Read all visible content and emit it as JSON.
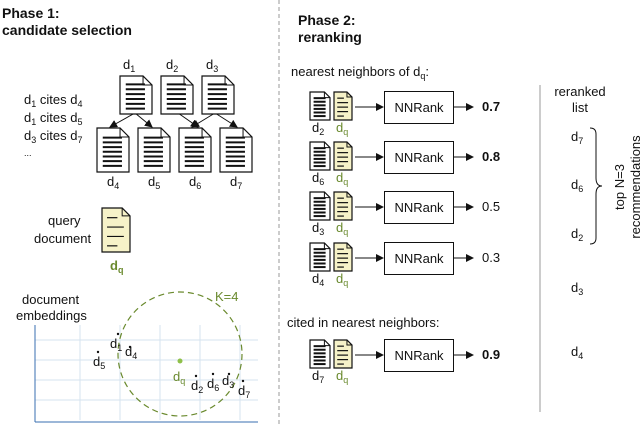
{
  "phase1": {
    "title": "Phase 1:",
    "subtitle": "candidate selection",
    "cite_lines": [
      {
        "a": "d",
        "as": "1",
        "mid": " cites d",
        "bs": "4"
      },
      {
        "a": "d",
        "as": "1",
        "mid": " cites d",
        "bs": "5"
      },
      {
        "a": "d",
        "as": "3",
        "mid": " cites d",
        "bs": "7"
      }
    ],
    "ellipsis": "...",
    "top_docs": [
      {
        "d": "d",
        "s": "1"
      },
      {
        "d": "d",
        "s": "2"
      },
      {
        "d": "d",
        "s": "3"
      }
    ],
    "bottom_docs": [
      {
        "d": "d",
        "s": "4"
      },
      {
        "d": "d",
        "s": "5"
      },
      {
        "d": "d",
        "s": "6"
      },
      {
        "d": "d",
        "s": "7"
      }
    ],
    "query_label_1": "query",
    "query_label_2": "document",
    "query_doc": {
      "d": "d",
      "s": "q"
    },
    "embed_label_1": "document",
    "embed_label_2": "embeddings",
    "k_label": "K=4",
    "points": [
      {
        "d": "d",
        "s": "5"
      },
      {
        "d": "d",
        "s": "1"
      },
      {
        "d": "d",
        "s": "4"
      },
      {
        "d": "d",
        "s": "q"
      },
      {
        "d": "d",
        "s": "2"
      },
      {
        "d": "d",
        "s": "6"
      },
      {
        "d": "d",
        "s": "3"
      },
      {
        "d": "d",
        "s": "7"
      }
    ]
  },
  "phase2": {
    "title": "Phase 2:",
    "subtitle": "reranking",
    "nn_header": "nearest neighbors of d",
    "nn_header_sub": "q",
    "nn_header_end": ":",
    "model_label": "NNRank",
    "rows": [
      {
        "d": "d",
        "s": "2",
        "q": "d",
        "qs": "q",
        "score": "0.7",
        "bold": true
      },
      {
        "d": "d",
        "s": "6",
        "q": "d",
        "qs": "q",
        "score": "0.8",
        "bold": true
      },
      {
        "d": "d",
        "s": "3",
        "q": "d",
        "qs": "q",
        "score": "0.5",
        "bold": false
      },
      {
        "d": "d",
        "s": "4",
        "q": "d",
        "qs": "q",
        "score": "0.3",
        "bold": false
      }
    ],
    "cited_header": "cited in nearest neighbors:",
    "cited_row": {
      "d": "d",
      "s": "7",
      "q": "d",
      "qs": "q",
      "score": "0.9",
      "bold": true
    }
  },
  "reranked": {
    "title_1": "reranked",
    "title_2": "list",
    "items": [
      {
        "d": "d",
        "s": "7"
      },
      {
        "d": "d",
        "s": "6"
      },
      {
        "d": "d",
        "s": "2"
      },
      {
        "d": "d",
        "s": "3"
      },
      {
        "d": "d",
        "s": "4"
      }
    ],
    "top_label_1": "top N=3",
    "top_label_2": "recommendations"
  },
  "colors": {
    "accent": "#6a8a2e",
    "doc_fill": "#f6f2c8",
    "divider": "#999999"
  }
}
